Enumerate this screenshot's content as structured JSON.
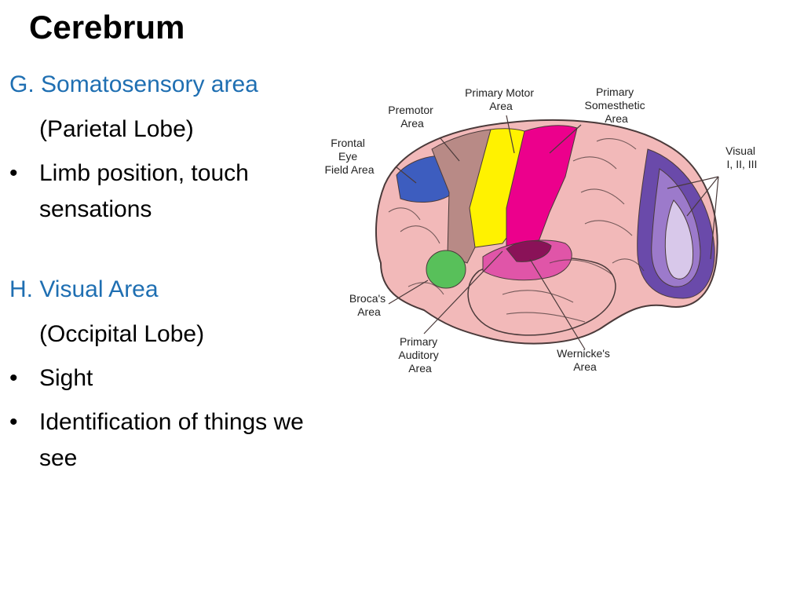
{
  "slide": {
    "title": "Cerebrum",
    "sections": [
      {
        "heading": "G. Somatosensory area",
        "sub": "(Parietal Lobe)",
        "bullets": [
          "Limb position, touch sensations"
        ]
      },
      {
        "heading": "H. Visual Area",
        "sub": "(Occipital Lobe)",
        "bullets": [
          "Sight",
          "Identification of things we see"
        ]
      }
    ],
    "bullet_char": "•"
  },
  "diagram": {
    "labels": {
      "premotor": [
        "Premotor",
        "Area"
      ],
      "primary_motor": [
        "Primary Motor",
        "Area"
      ],
      "primary_somesthetic": [
        "Primary",
        "Somesthetic",
        "Area"
      ],
      "frontal_eye": [
        "Frontal",
        "Eye",
        "Field Area"
      ],
      "visual": [
        "Visual",
        "I, II, III"
      ],
      "brocas": [
        "Broca's",
        "Area"
      ],
      "primary_auditory": [
        "Primary",
        "Auditory",
        "Area"
      ],
      "wernickes": [
        "Wernicke's",
        "Area"
      ]
    },
    "colors": {
      "brain": "#f2b9b9",
      "premotor": "#b88a86",
      "motor": "#fff200",
      "somesthetic": "#ec008c",
      "frontal_eye": "#3d5dbf",
      "brocas": "#58c05a",
      "auditory": "#e055a8",
      "wernicke": "#8a1258",
      "visual_1": "#6a4aaa",
      "visual_2": "#9c7acb",
      "visual_3": "#d8c8ea",
      "outline": "#4a3a3a"
    }
  }
}
